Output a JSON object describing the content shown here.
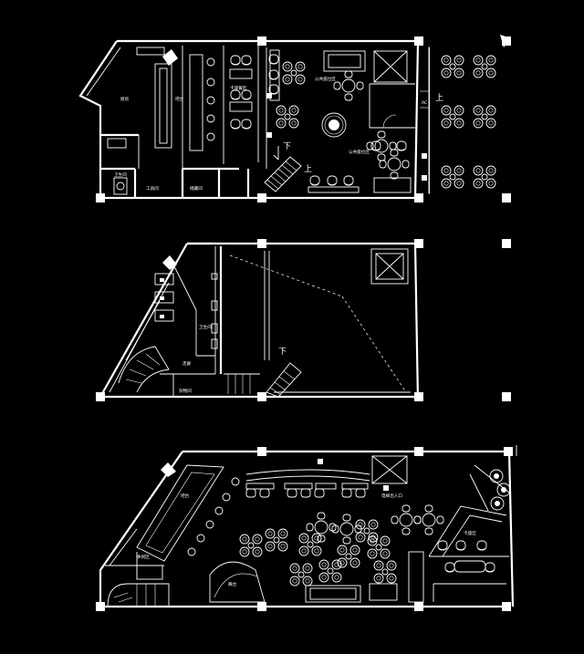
{
  "labels": {
    "kitchen": "厨房",
    "bar": "吧台",
    "booth": "卡座餐区",
    "dining_a": "公共座位区",
    "dining_b": "公共座位区",
    "toilet_1f": "卫生间",
    "tools": "工具间",
    "store": "储藏间",
    "down_1": "下",
    "up_1": "上",
    "up_2": "上",
    "ac": "AC",
    "toilet_2f": "卫生间",
    "corridor": "走廊",
    "storage_2f": "杂物间",
    "down_2": "下",
    "bar_3f": "吧台",
    "lounge_3f": "休闲区",
    "stage": "舞台",
    "entrance": "电梯出入口",
    "vip": "卡座区"
  },
  "icons": [
    "flower-table-icon",
    "round-table-icon",
    "stair-icon",
    "elevator-icon",
    "column-icon",
    "plant-icon"
  ]
}
